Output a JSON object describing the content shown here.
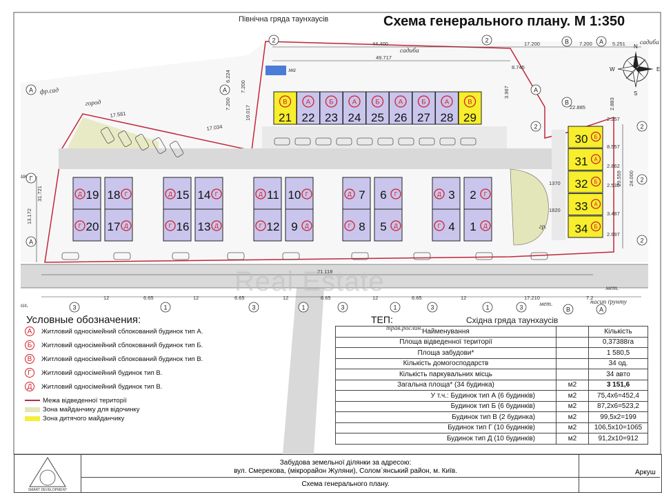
{
  "header": {
    "title": "Схема генерального плану. М 1:350",
    "north_row_label": "Північна гряда таунхаусів",
    "east_row_label": "Східна гряда таунхаусів"
  },
  "map_labels": {
    "sadyba_top": "садиба",
    "sadyba_right": "садиба",
    "fr_sad": "фр.сад",
    "gorod": "город",
    "ik": "ик",
    "met_right": "мет.",
    "met_bottom": "мет.",
    "ol": "ол.",
    "trav_roslyn": "трав.рослин.",
    "nasyp_gruntu": "насип ґрунту",
    "gr": "гр.",
    "ma": "ма"
  },
  "dimensions": {
    "top": [
      "44.400",
      "49.717",
      "17.200",
      "7.200",
      "5.251"
    ],
    "left": [
      "17.581",
      "17.034",
      "31.721",
      "13.172",
      "6.224",
      "7.200",
      "19.017"
    ],
    "right": [
      "22.885",
      "2.257",
      "2.883",
      "8.557",
      "2.862",
      "2.535",
      "3.487",
      "2.697",
      "29.559",
      "24.000",
      "1370",
      "1820"
    ],
    "bottom_total": "21.118",
    "bottom": [
      "12",
      "6.65",
      "12",
      "6.65",
      "12",
      "6.65",
      "12",
      "6.65",
      "12",
      "17.210",
      "7.2"
    ],
    "inner": [
      "3.967",
      "8.745",
      "7.200"
    ]
  },
  "axes": {
    "left": [
      "A",
      "Г",
      "A"
    ],
    "top": [
      "2",
      "2",
      "B",
      "A"
    ],
    "right": [
      "2",
      "2",
      "2"
    ],
    "bottom": [
      "3",
      "1",
      "3",
      "1",
      "3",
      "1",
      "3",
      "1",
      "3",
      "B",
      "A"
    ],
    "mid": [
      "A",
      "A",
      "2",
      "B"
    ]
  },
  "north_houses": [
    {
      "type": "В",
      "num": "21"
    },
    {
      "type": "А",
      "num": "22"
    },
    {
      "type": "Б",
      "num": "23"
    },
    {
      "type": "А",
      "num": "24"
    },
    {
      "type": "Б",
      "num": "25"
    },
    {
      "type": "А",
      "num": "26"
    },
    {
      "type": "Б",
      "num": "27"
    },
    {
      "type": "А",
      "num": "28"
    },
    {
      "type": "В",
      "num": "29"
    }
  ],
  "east_houses": [
    {
      "type": "Б",
      "num": "30"
    },
    {
      "type": "А",
      "num": "31"
    },
    {
      "type": "Б",
      "num": "32"
    },
    {
      "type": "А",
      "num": "33"
    },
    {
      "type": "Б",
      "num": "34"
    }
  ],
  "south_blocks": [
    {
      "top": [
        {
          "type": "Д",
          "num": "19"
        },
        {
          "type": "Г",
          "num": "18"
        }
      ],
      "bottom": [
        {
          "type": "Г",
          "num": "20"
        },
        {
          "type": "Д",
          "num": "17"
        }
      ]
    },
    {
      "top": [
        {
          "type": "Д",
          "num": "15"
        },
        {
          "type": "Г",
          "num": "14"
        }
      ],
      "bottom": [
        {
          "type": "Г",
          "num": "16"
        },
        {
          "type": "Д",
          "num": "13"
        }
      ]
    },
    {
      "top": [
        {
          "type": "Д",
          "num": "11"
        },
        {
          "type": "Г",
          "num": "10"
        }
      ],
      "bottom": [
        {
          "type": "Г",
          "num": "12"
        },
        {
          "type": "Д",
          "num": "9"
        }
      ]
    },
    {
      "top": [
        {
          "type": "Д",
          "num": "7"
        },
        {
          "type": "Г",
          "num": "6"
        }
      ],
      "bottom": [
        {
          "type": "Г",
          "num": "8"
        },
        {
          "type": "Д",
          "num": "5"
        }
      ]
    },
    {
      "top": [
        {
          "type": "Д",
          "num": "3"
        },
        {
          "type": "Г",
          "num": "2"
        }
      ],
      "bottom": [
        {
          "type": "Г",
          "num": "4"
        },
        {
          "type": "Д",
          "num": "1"
        }
      ]
    }
  ],
  "compass": {
    "n": "N",
    "s": "S",
    "w": "W",
    "e": "E"
  },
  "legend": {
    "title": "Условные обозначения:",
    "items": [
      {
        "symbol": "А",
        "text": "Житловий односімейний сблокований будинок тип А."
      },
      {
        "symbol": "Б",
        "text": "Житловий односімейний сблокований будинок тип Б."
      },
      {
        "symbol": "В",
        "text": "Житловий односімейний сблокований будинок тип В."
      },
      {
        "symbol": "Г",
        "text": "Житловий односімейний будинок тип В."
      },
      {
        "symbol": "Д",
        "text": "Житловий односімейний будинок тип В."
      },
      {
        "symbol": "line",
        "text": "Межа відведенної території",
        "color": "#c0263a"
      },
      {
        "symbol": "swatch",
        "text": "Зона майданчику для відочинку",
        "color": "#e3e6b8"
      },
      {
        "symbol": "swatch",
        "text": "Зона дитячого майданчику",
        "color": "#f3ef3a"
      }
    ]
  },
  "tep": {
    "title": "ТЕП:",
    "header": {
      "name": "Найменування",
      "unit": "",
      "qty": "Кількість"
    },
    "rows": [
      {
        "name": "Площа відведенної території",
        "unit": "",
        "qty": "0,37388га"
      },
      {
        "name": "Площа забудови*",
        "unit": "",
        "qty": "1 580,5"
      },
      {
        "name": "Кількість домогосподарств",
        "unit": "",
        "qty": "34 од."
      },
      {
        "name": "Кількість паркувальних місць",
        "unit": "",
        "qty": "34 авто"
      },
      {
        "name": "Загальна площа* (34 будинка)",
        "unit": "м2",
        "qty": "3 151,6"
      },
      {
        "name": "У т.ч.: Будинок тип А (6 будинків)",
        "unit": "м2",
        "qty": "75,4х6=452,4"
      },
      {
        "name": "Будинок тип Б (6 будинків)",
        "unit": "м2",
        "qty": "87,2х6=523,2"
      },
      {
        "name": "Будинок тип В (2 будинка)",
        "unit": "м2",
        "qty": "99,5х2=199"
      },
      {
        "name": "Будинок тип Г (10 будинків)",
        "unit": "м2",
        "qty": "106,5х10=1065"
      },
      {
        "name": "Будинок тип Д (10 будинків)",
        "unit": "м2",
        "qty": "91,2х10=912"
      }
    ]
  },
  "stamp": {
    "address_line1": "Забудова земельної ділянки за адресою:",
    "address_line2": "вул. Смерекова, (мікрорайон Жуляни), Солом`янський район, м. Київ.",
    "drawing_name": "Схема генерального плану.",
    "sheet": "Аркуш",
    "logo_text": "SMART DEVELOPMENT"
  },
  "watermark": "Real Estate",
  "colors": {
    "house_fill": "#c9c5ec",
    "house_yellow": "#f7ee2c",
    "red": "#d0202a",
    "road": "#d9d9d9",
    "rest_zone": "#e3e6b8",
    "boundary": "#c0263a"
  }
}
